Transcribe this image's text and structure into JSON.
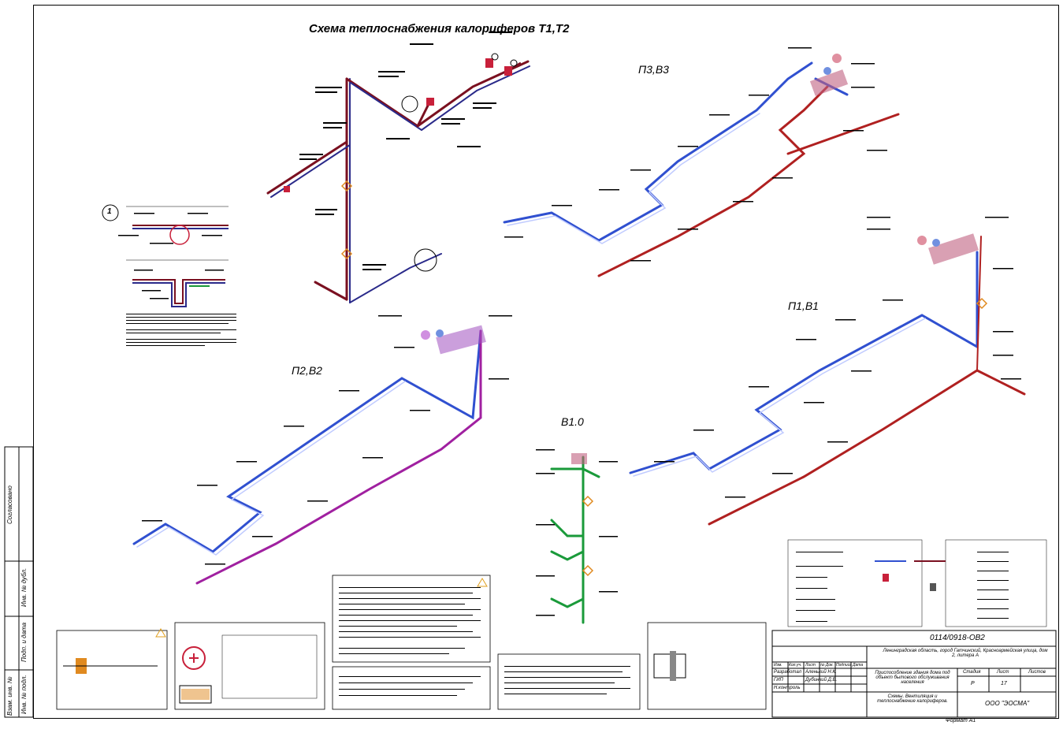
{
  "titles": {
    "main": "Схема теплоснабжения калориферов Т1,Т2",
    "p3v3": "П3,В3",
    "p2v2": "П2,В2",
    "p1v1": "П1,В1",
    "v10": "В1.0"
  },
  "detail": {
    "marker": "1"
  },
  "title_block": {
    "code": "0114/0918-ОВ2",
    "address": "Ленинградская область, город Гатчинский, Красноармейская улица, дом 2, литера А",
    "object": "Приспособление здания дома под объект бытового обслуживания населения",
    "sheet_name": "Схемы. Вентиляция и теплоснабжение калориферов.",
    "org": "ООО \"ЭОСМА\"",
    "headers": [
      "Изм.",
      "Кол.уч.",
      "Лист",
      "№ Док.",
      "Подпись",
      "Дата"
    ],
    "roles": [
      "Разработал",
      "ГИП",
      "Н.контроль"
    ],
    "names": [
      "Аленький Н.К.",
      "Дубинкий Д.В."
    ],
    "stage_hdr": [
      "Стадия",
      "Лист",
      "Листов"
    ],
    "stage_vals": [
      "Р",
      "17",
      ""
    ],
    "format": "Формат А1"
  },
  "side_stamps": [
    "Согласовано",
    "Инв. № дубл.",
    "Подп. и дата",
    "Взам. инв. №",
    "Инв. № подл."
  ]
}
